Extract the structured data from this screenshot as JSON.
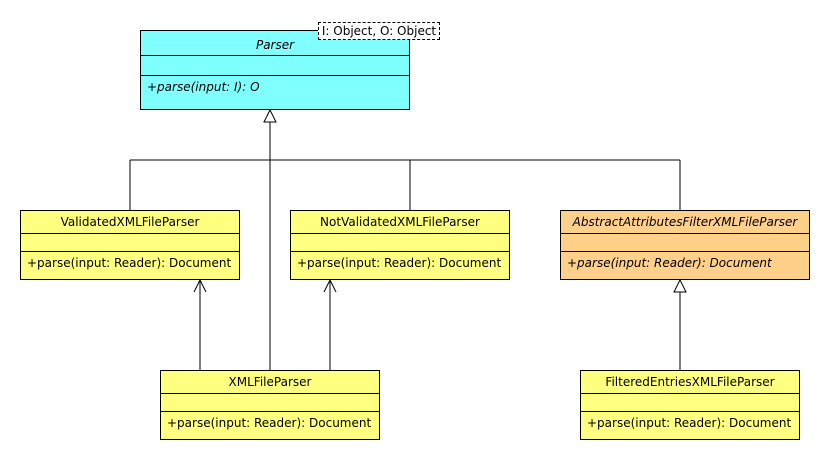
{
  "classes": {
    "parser": {
      "name": "Parser",
      "operation": "+parse(input: I): O",
      "type_parameters": "I: Object, O: Object",
      "fill": "#80ffff",
      "abstract": true
    },
    "validated": {
      "name": "ValidatedXMLFileParser",
      "operation": "+parse(input: Reader): Document",
      "fill": "#ffff80"
    },
    "not_validated": {
      "name": "NotValidatedXMLFileParser",
      "operation": "+parse(input: Reader): Document",
      "fill": "#ffff80"
    },
    "abstract_filter": {
      "name": "AbstractAttributesFilterXMLFileParser",
      "operation": "+parse(input: Reader): Document",
      "fill": "#ffd08a",
      "abstract": true
    },
    "xml_file": {
      "name": "XMLFileParser",
      "operation": "+parse(input: Reader): Document",
      "fill": "#ffff80"
    },
    "filtered_entries": {
      "name": "FilteredEntriesXMLFileParser",
      "operation": "+parse(input: Reader): Document",
      "fill": "#ffff80"
    }
  },
  "relationships": [
    {
      "type": "generalization",
      "from": "ValidatedXMLFileParser",
      "to": "Parser"
    },
    {
      "type": "generalization",
      "from": "NotValidatedXMLFileParser",
      "to": "Parser"
    },
    {
      "type": "generalization",
      "from": "AbstractAttributesFilterXMLFileParser",
      "to": "Parser"
    },
    {
      "type": "generalization",
      "from": "XMLFileParser",
      "to": "Parser"
    },
    {
      "type": "generalization",
      "from": "FilteredEntriesXMLFileParser",
      "to": "AbstractAttributesFilterXMLFileParser"
    },
    {
      "type": "dependency",
      "from": "XMLFileParser",
      "to": "ValidatedXMLFileParser"
    },
    {
      "type": "dependency",
      "from": "XMLFileParser",
      "to": "NotValidatedXMLFileParser"
    }
  ]
}
